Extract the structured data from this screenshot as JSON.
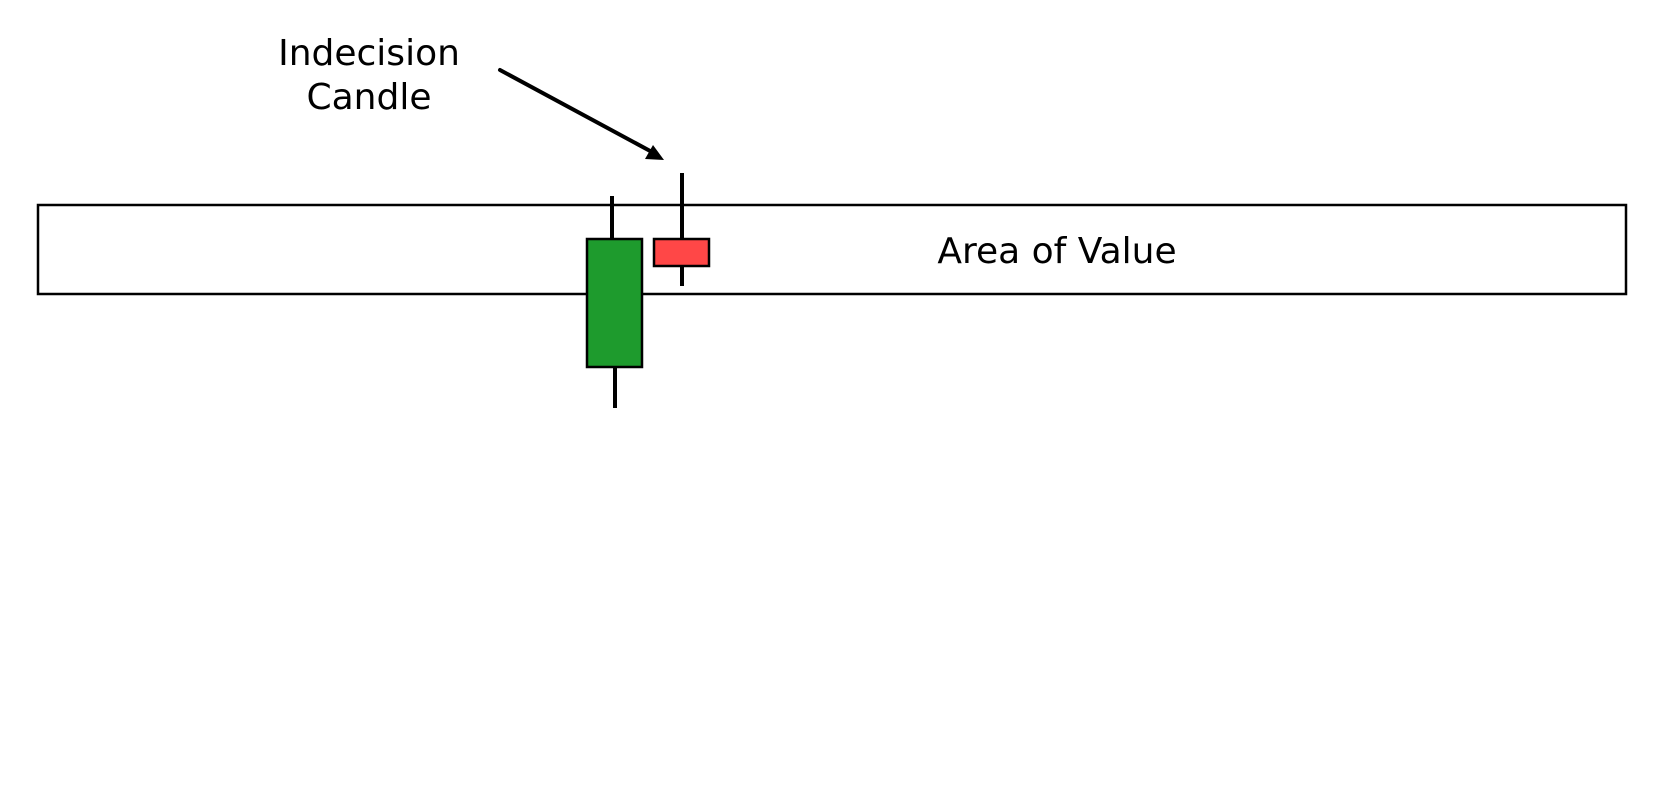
{
  "annotation": {
    "line1": "Indecision",
    "line2": "Candle"
  },
  "zone": {
    "label": "Area of Value"
  },
  "candles": [
    {
      "name": "bullish-candle",
      "direction": "up",
      "color": "#1e9b2d"
    },
    {
      "name": "indecision-candle",
      "direction": "down",
      "color": "#ff4747"
    }
  ],
  "colors": {
    "stroke": "#000000",
    "background": "#ffffff"
  }
}
